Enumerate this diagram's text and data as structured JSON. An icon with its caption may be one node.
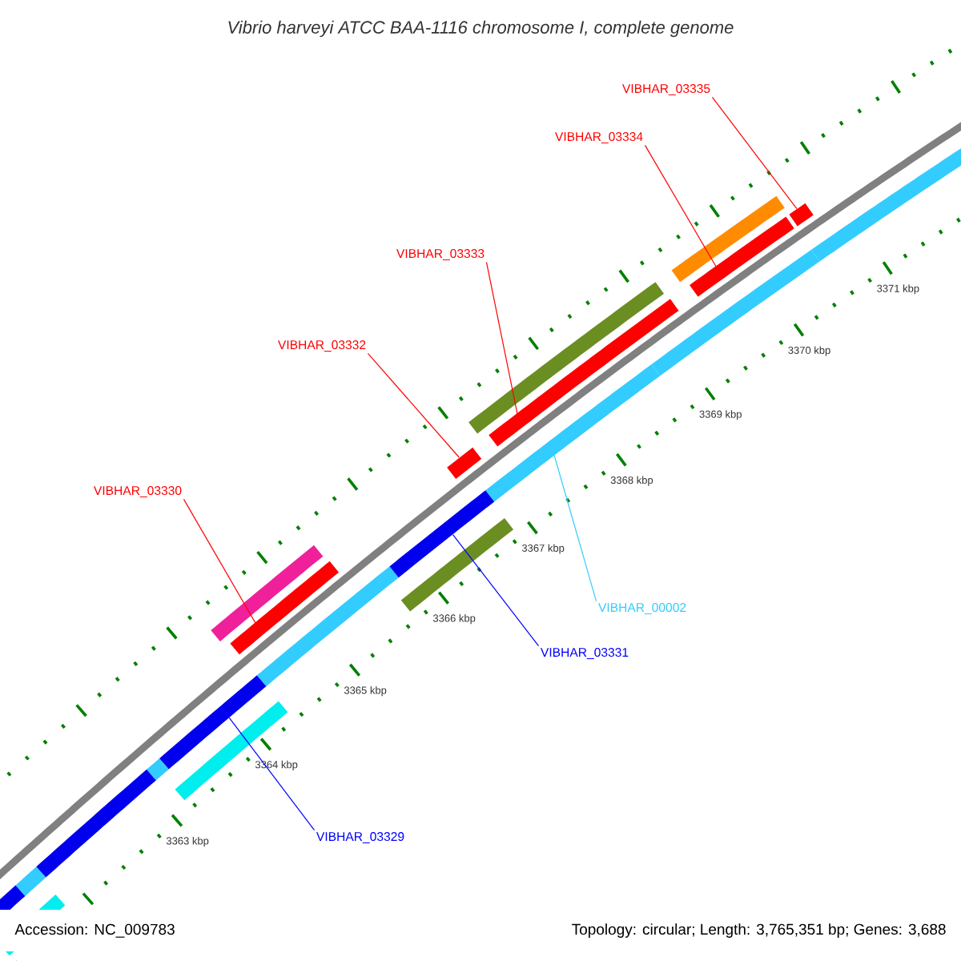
{
  "diagram": {
    "title": "Vibrio harveyi ATCC BAA-1116 chromosome I, complete genome",
    "nodes": [
      {
        "text": [
          "VIBHAR_03335"
        ]
      },
      {
        "text": [
          "VIBHAR_03334"
        ]
      },
      {
        "text": [
          "VIBHAR_03333"
        ]
      },
      {
        "text": [
          "VIBHAR_03332"
        ]
      },
      {
        "text": [
          "VIBHAR_03330"
        ]
      },
      {
        "text": [
          "VIBHAR_00002"
        ]
      },
      {
        "text": [
          "VIBHAR_03331"
        ]
      },
      {
        "text": [
          "VIBHAR_03329"
        ]
      },
      {
        "text": [],
        "shape": "bar"
      },
      {
        "text": [],
        "shape": "bar"
      },
      {
        "text": [],
        "shape": "bar"
      },
      {
        "text": [],
        "shape": "bar"
      },
      {
        "text": [],
        "shape": "bar"
      },
      {
        "text": [],
        "shape": "bar"
      },
      {
        "text": [],
        "shape": "bar"
      },
      {
        "text": [],
        "shape": "bar"
      }
    ],
    "edges": [
      {
        "from": 0,
        "to": 8,
        "arrow": "none"
      },
      {
        "from": 1,
        "to": 9,
        "arrow": "none"
      },
      {
        "from": 2,
        "to": 10,
        "arrow": "none"
      },
      {
        "from": 3,
        "to": 11,
        "arrow": "none"
      },
      {
        "from": 4,
        "to": 12,
        "arrow": "none"
      },
      {
        "from": 5,
        "to": 13,
        "arrow": "none",
        "color": "#33ccff"
      },
      {
        "from": 6,
        "to": 14,
        "arrow": "none",
        "color": "#0000ff"
      },
      {
        "from": 7,
        "to": 15,
        "arrow": "none",
        "color": "#0000ff"
      }
    ],
    "labels": [
      "3371 kbp",
      "3370 kbp",
      "3369 kbp",
      "3368 kbp",
      "3367 kbp",
      "3366 kbp",
      "3365 kbp",
      "3364 kbp",
      "3363 kbp",
      "Accession: NC_009783",
      "Topology: circular; Length: 3,765,351 bp; Genes: 3,688"
    ]
  }
}
